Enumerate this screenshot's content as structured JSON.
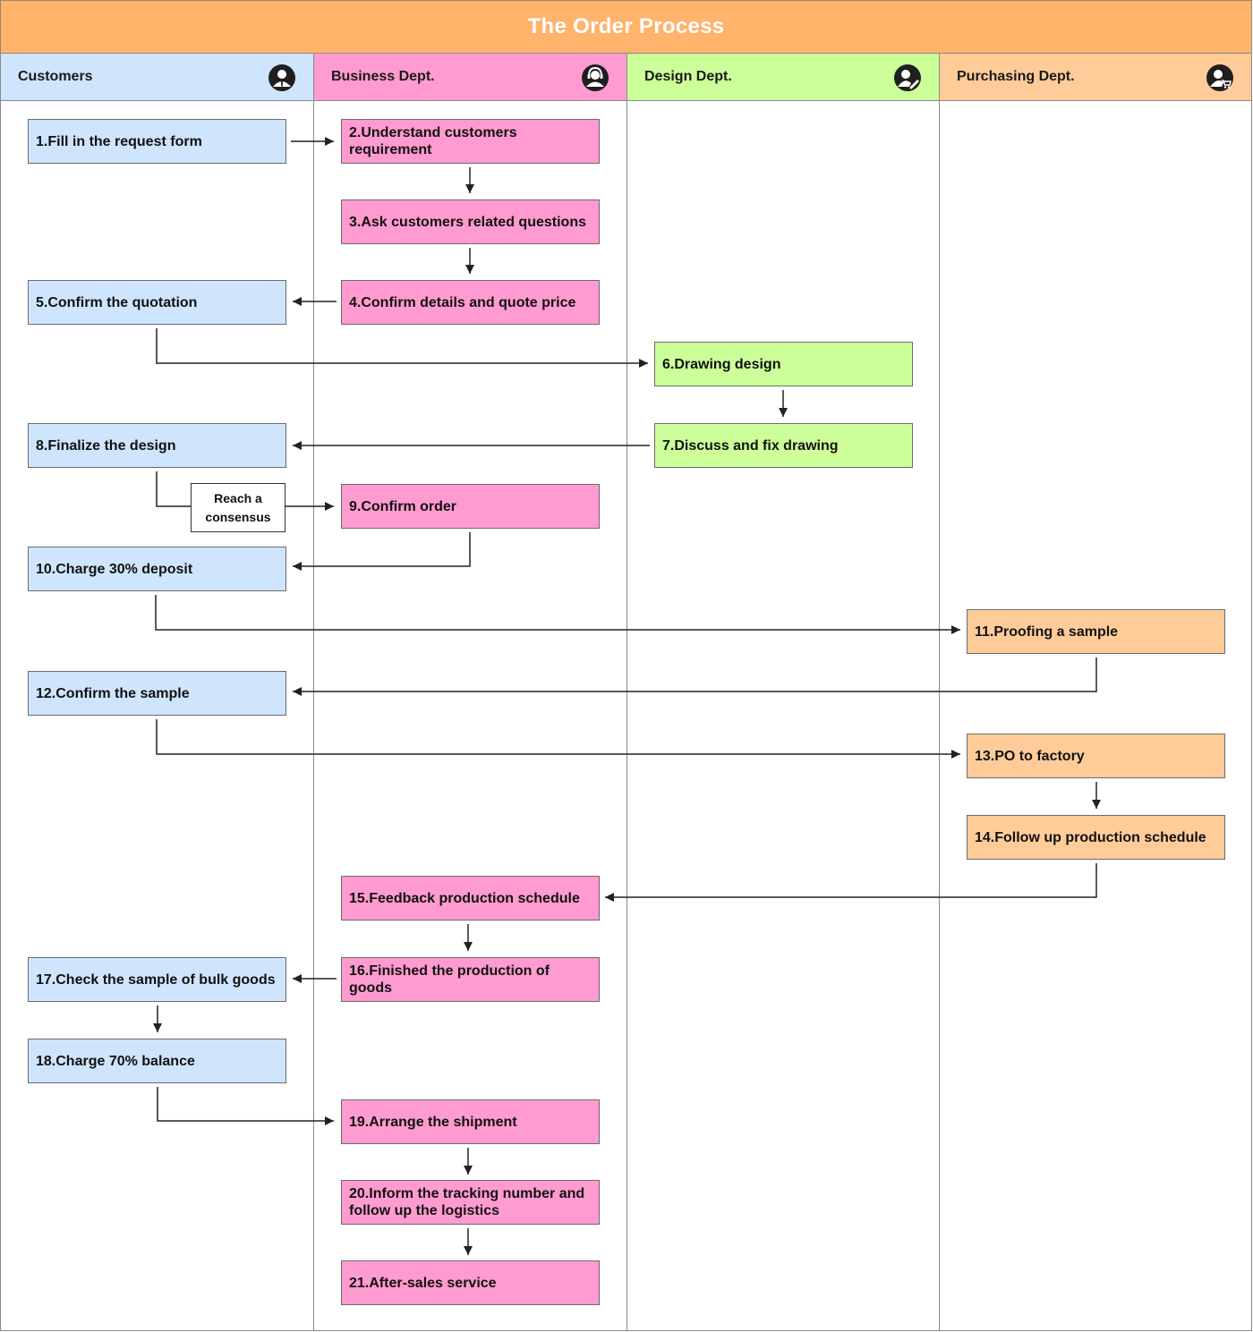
{
  "title": "The Order Process",
  "colors": {
    "title_bg": "#ffb36b",
    "customers": "#cfe5fe",
    "business": "#ff9bd0",
    "design": "#ccff99",
    "purchasing": "#ffcc99"
  },
  "lanes": [
    {
      "label": "Customers",
      "icon": "user-tie-icon"
    },
    {
      "label": "Business Dept.",
      "icon": "headset-user-icon"
    },
    {
      "label": "Design Dept.",
      "icon": "user-pen-icon"
    },
    {
      "label": "Purchasing Dept.",
      "icon": "user-cart-icon"
    }
  ],
  "steps": {
    "s1": "1.Fill in the request form",
    "s2": "2.Understand customers requirement",
    "s3": "3.Ask customers related questions",
    "s4": "4.Confirm details and quote price",
    "s5": "5.Confirm the quotation",
    "s6": "6.Drawing design",
    "s7": "7.Discuss and fix  drawing",
    "s8": "8.Finalize the design",
    "s9": "9.Confirm order",
    "s10": "10.Charge 30% deposit",
    "s11": "11.Proofing a sample",
    "s12": "12.Confirm the sample",
    "s13": "13.PO to factory",
    "s14": "14.Follow up production schedule",
    "s15": "15.Feedback production schedule",
    "s16": "16.Finished the production of goods",
    "s17": "17.Check the sample of bulk goods",
    "s18": "18.Charge 70% balance",
    "s19": "19.Arrange the shipment",
    "s20": "20.Inform the tracking number and follow up the logistics",
    "s21": "21.After-sales service"
  },
  "consensus_label": "Reach a consensus"
}
